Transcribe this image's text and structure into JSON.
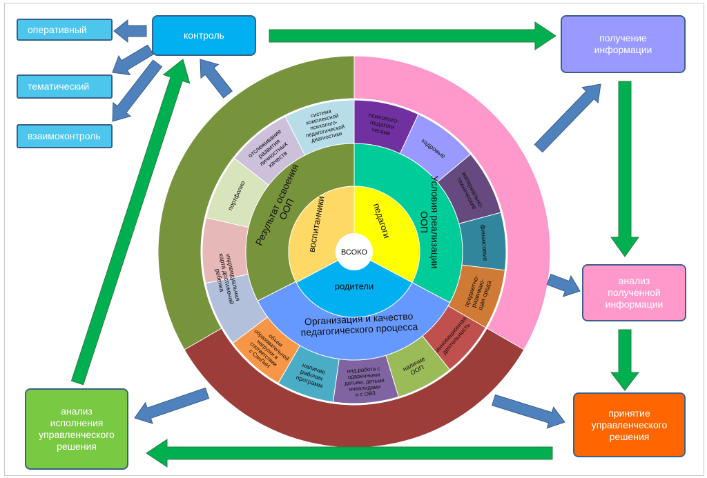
{
  "boxes": {
    "operative": {
      "label": "оперативный",
      "color": "#4cc6ec"
    },
    "control": {
      "label": "контроль",
      "color": "#00b0f0"
    },
    "thematic": {
      "label": "тематический",
      "color": "#4cc6ec"
    },
    "mutual": {
      "label": "взаимоконтроль",
      "color": "#4cc6ec"
    },
    "info_get": {
      "label": "получение информации",
      "color": "#9999ff"
    },
    "info_analysis": {
      "label": "анализ полученной информации",
      "color": "#ff99cc"
    },
    "decision": {
      "label": "принятие управленческого решения",
      "color": "#ff6600"
    },
    "exec_analysis": {
      "label": "анализ исполнения управленческого решения",
      "color": "#7ac943"
    }
  },
  "arrow_colors": {
    "green": "#00b050",
    "blue": "#4f81bd"
  },
  "center": {
    "label": "ВСОКО"
  },
  "inner": [
    {
      "label": [
        "педагоги"
      ],
      "color": "#ffff00"
    },
    {
      "label": [
        "родители"
      ],
      "color": "#00b0f0"
    },
    {
      "label": [
        "воспитанники"
      ],
      "color": "#ffd966"
    }
  ],
  "middle": [
    {
      "label": [
        "Условия реализации",
        "ООП"
      ],
      "color": "#00cc99"
    },
    {
      "label": [
        "Организация и   качество",
        "педагогического   процесса"
      ],
      "color": "#6699ff"
    },
    {
      "label": [
        "Результат освоения",
        "ООП"
      ],
      "color": "#77933c"
    }
  ],
  "outer_colors": [
    "#ff99cc",
    "#9c3d3a",
    "#77933c"
  ],
  "segments": [
    {
      "label": [
        "психолого-",
        "педагоги",
        "ческие"
      ],
      "color": "#7030a0"
    },
    {
      "label": [
        "кадровые"
      ],
      "color": "#9999ff"
    },
    {
      "label": [
        "материально-",
        "технические"
      ],
      "color": "#66497f"
    },
    {
      "label": [
        "финансовые"
      ],
      "color": "#31859c"
    },
    {
      "label": [
        "предметно-",
        "развиваю-",
        "щая среда"
      ],
      "color": "#d07b35"
    },
    {
      "label": [
        "инновационная",
        "деятельность"
      ],
      "color": "#c0504d"
    },
    {
      "label": [
        "наличие",
        "ООП"
      ],
      "color": "#9bbb59"
    },
    {
      "label": [
        "инд.работа с",
        "одаренными",
        "детьми, детьми",
        "инвалидами",
        "и с ОВЗ"
      ],
      "color": "#8064a2"
    },
    {
      "label": [
        "наличие",
        "рабочих",
        "программ"
      ],
      "color": "#4bacc6"
    },
    {
      "label": [
        "объем",
        "образовательной",
        "нагрузки в",
        "соответствии",
        "с СанПиН"
      ],
      "color": "#f79646"
    },
    {
      "label": [
        "индивидуальная",
        "карта достижений",
        "ребенка"
      ],
      "color": "#b3c0dc"
    },
    {
      "label": [],
      "color": "#e6b8b7"
    },
    {
      "label": [
        "портфолио"
      ],
      "color": "#d7e4bc"
    },
    {
      "label": [
        "отслеживание",
        "развития",
        "личностных",
        "качеств"
      ],
      "color": "#ccc0da"
    },
    {
      "label": [
        "система",
        "комплексной",
        "психолого-",
        "педагогической",
        "диагностики"
      ],
      "color": "#b7dde8"
    }
  ]
}
